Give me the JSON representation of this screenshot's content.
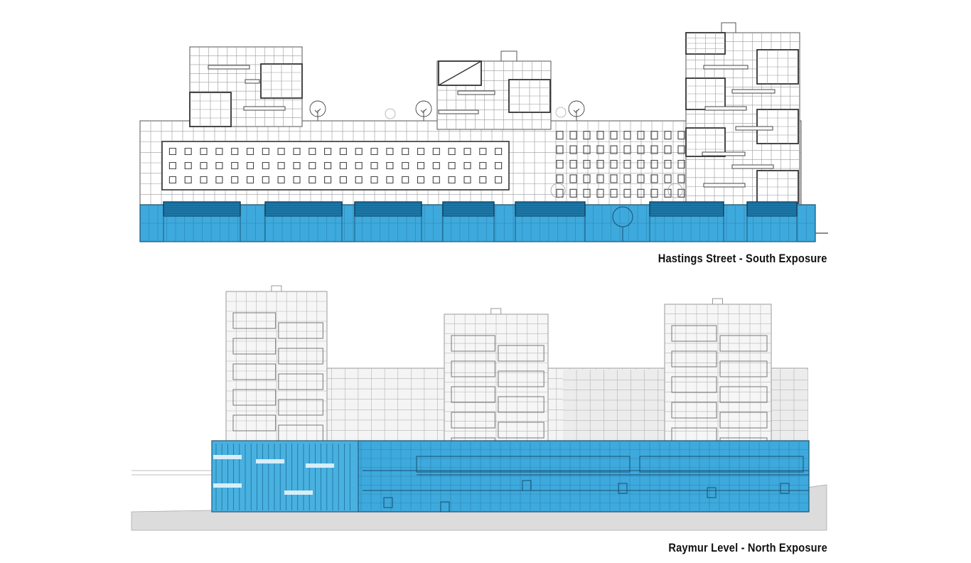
{
  "elevations": [
    {
      "id": "south",
      "caption": "Hastings Street - South Exposure"
    },
    {
      "id": "north",
      "caption": "Raymur Level - North Exposure"
    }
  ],
  "colors": {
    "retail_blue": "#3ea9dc",
    "retail_blue_dark": "#1e6f9c",
    "line": "#555555",
    "light_line": "#9a9a9a",
    "ground": "#dcdcdc",
    "shadow": "#e6e6e6"
  }
}
